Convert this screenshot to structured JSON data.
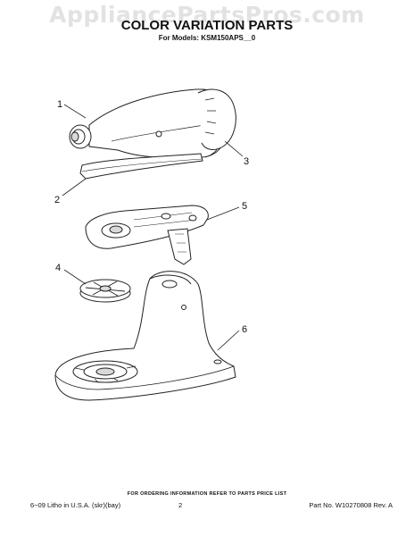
{
  "watermark": "AppliancePartsPros.com",
  "header": {
    "title": "COLOR VARIATION PARTS",
    "subtitle": "For Models: KSM150APS__0"
  },
  "callouts": {
    "c1": "1",
    "c2": "2",
    "c3": "3",
    "c4": "4",
    "c5": "5",
    "c6": "6"
  },
  "footer": {
    "note": "FOR ORDERING INFORMATION REFER TO PARTS PRICE LIST",
    "litho": "6−09 Litho in U.S.A. (skr)(bay)",
    "page": "2",
    "part_number": "Part No. W10270808 Rev. A"
  },
  "colors": {
    "line": "#222222",
    "fill": "#ffffff",
    "shade": "#d8d8d8",
    "watermark": "#e2e2e2"
  }
}
